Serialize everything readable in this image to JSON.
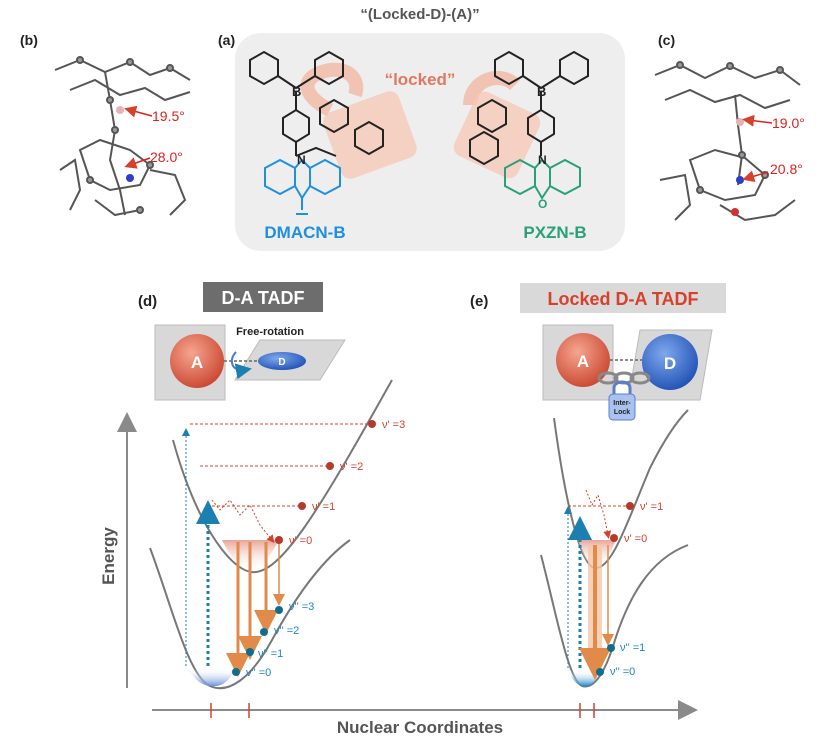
{
  "header": {
    "title": "“(Locked-D)-(A)”"
  },
  "panel_labels": {
    "a": "(a)",
    "b": "(b)",
    "c": "(c)",
    "d": "(d)",
    "e": "(e)"
  },
  "panel_a": {
    "locked_text": "“locked”",
    "left_molecule": "DMACN-B",
    "right_molecule": "PXZN-B",
    "atom_b": "B",
    "atom_n": "N",
    "atom_o": "O",
    "colors": {
      "dmacn": "#1f8fe0",
      "pxzn": "#2aa07a",
      "locked": "#e07a5f"
    }
  },
  "panel_b": {
    "angle_top": "19.5°",
    "angle_bottom": "28.0°"
  },
  "panel_c": {
    "angle_top": "19.0°",
    "angle_bottom": "20.8°"
  },
  "panel_d": {
    "title": "D-A TADF",
    "free_rotation": "Free-rotation",
    "sphere_a": "A",
    "disk_d": "D",
    "upper_levels": [
      "ν' =3",
      "ν' =2",
      "ν' =1",
      "ν' =0"
    ],
    "lower_levels": [
      "ν'' =3",
      "ν'' =2",
      "ν'' =1",
      "ν'' =0"
    ]
  },
  "panel_e": {
    "title": "Locked D-A TADF",
    "sphere_a": "A",
    "sphere_d": "D",
    "lock_line1": "Inter-",
    "lock_line2": "Lock",
    "upper_levels": [
      "ν' =1",
      "ν' =0"
    ],
    "lower_levels": [
      "ν'' =1",
      "ν'' =0"
    ]
  },
  "axes": {
    "y_label": "Energy",
    "x_label": "Nuclear Coordinates"
  }
}
